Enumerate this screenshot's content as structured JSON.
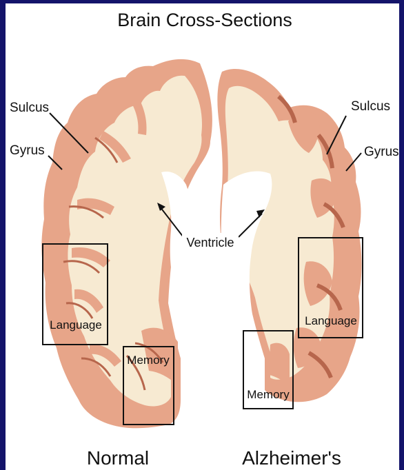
{
  "title": "Brain Cross-Sections",
  "labels": {
    "sulcus_left": "Sulcus",
    "gyrus_left": "Gyrus",
    "sulcus_right": "Sulcus",
    "gyrus_right": "Gyrus",
    "ventricle": "Ventricle",
    "language_left": "Language",
    "memory_left": "Memory",
    "language_right": "Language",
    "memory_right": "Memory"
  },
  "captions": {
    "normal": "Normal",
    "alzheimers": "Alzheimer's"
  },
  "colors": {
    "frame": "#14146a",
    "cortex": "#e7a589",
    "cortex_dark": "#b7664c",
    "white_matter": "#f7ead2",
    "box_stroke": "#111111"
  }
}
